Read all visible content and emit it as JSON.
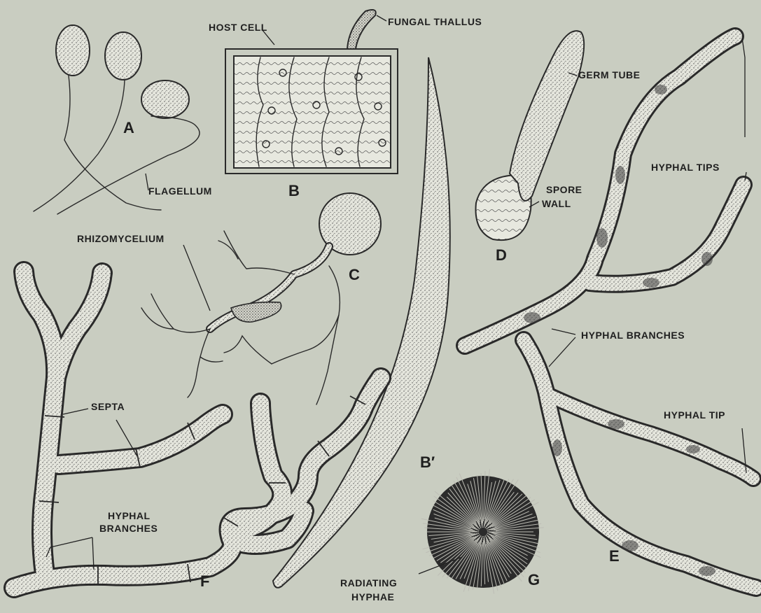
{
  "figure": {
    "panels": {
      "a": "A",
      "b": "B",
      "b_prime": "B′",
      "c": "C",
      "d": "D",
      "e": "E",
      "f": "F",
      "g": "G"
    },
    "labels": {
      "fungal_thallus": "FUNGAL THALLUS",
      "host_cell": "HOST CELL",
      "flagellum": "FLAGELLUM",
      "germ_tube": "GERM TUBE",
      "hyphal_tips": "HYPHAL TIPS",
      "spore_wall_1": "SPORE",
      "spore_wall_2": "WALL",
      "rhizomycelium": "RHIZOMYCELIUM",
      "hyphal_branches_e": "HYPHAL BRANCHES",
      "hyphal_tip": "HYPHAL TIP",
      "septa": "SEPTA",
      "hyphal_branches_f_1": "HYPHAL",
      "hyphal_branches_f_2": "BRANCHES",
      "radiating_hyphae_1": "RADIATING",
      "radiating_hyphae_2": "HYPHAE"
    }
  }
}
